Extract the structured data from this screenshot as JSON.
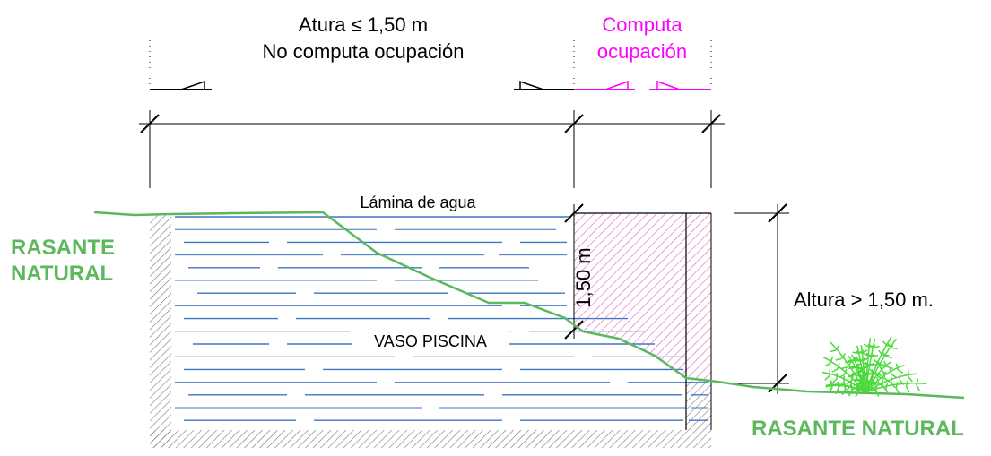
{
  "labels": {
    "top_left_line1": "Atura ≤  1,50 m",
    "top_left_line2": "No computa ocupación",
    "top_right_line1": "Computa",
    "top_right_line2": "ocupación",
    "water_surface": "Lámina de agua",
    "pool": "VASO PISCINA",
    "depth": "1,50 m",
    "height": "Altura  >  1,50 m.",
    "terrain_left_line1": "RASANTE",
    "terrain_left_line2": "NATURAL",
    "terrain_right": "RASANTE NATURAL"
  },
  "colors": {
    "line": "#000000",
    "terrain": "#5cb85c",
    "water": "#3b76c4",
    "computa": "#ff00ff",
    "hatch_pink": "#e060c0",
    "hatch_gray": "#777777"
  }
}
